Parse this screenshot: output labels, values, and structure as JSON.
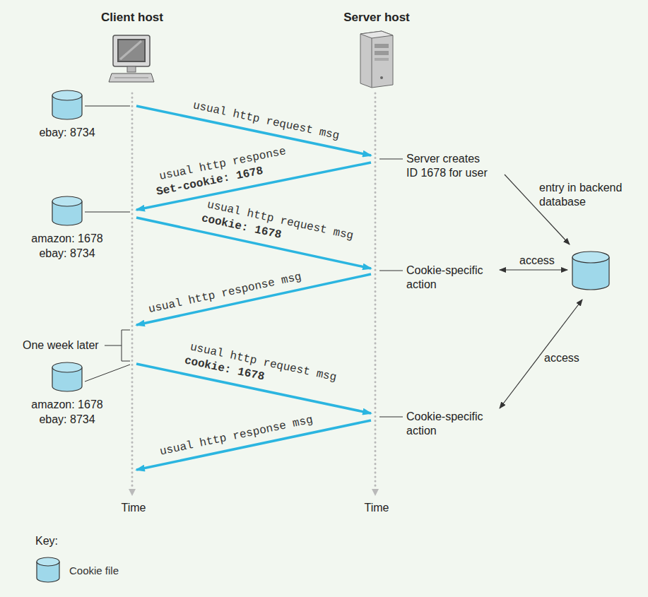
{
  "diagram": {
    "nodes": [
      {
        "text": [
          "ebay: 8734"
        ]
      },
      {
        "text": [
          "amazon: 1678",
          "ebay: 8734"
        ]
      },
      {
        "text": [
          "amazon: 1678",
          "ebay: 8734"
        ]
      }
    ],
    "labels": [
      "Client host",
      "Server host",
      "usual http request msg",
      "usual http response",
      "Set-cookie: 1678",
      "usual http request msg",
      "cookie: 1678",
      "Server creates ID 1678 for user",
      "entry in backend database",
      "access",
      "Cookie-specific action",
      "usual http response msg",
      "One week later",
      "usual http request msg",
      "cookie: 1678",
      "access",
      "Cookie-specific action",
      "usual http response msg",
      "Time",
      "Time",
      "Key:"
    ],
    "legend": [
      {
        "text": "Cookie file"
      }
    ]
  }
}
